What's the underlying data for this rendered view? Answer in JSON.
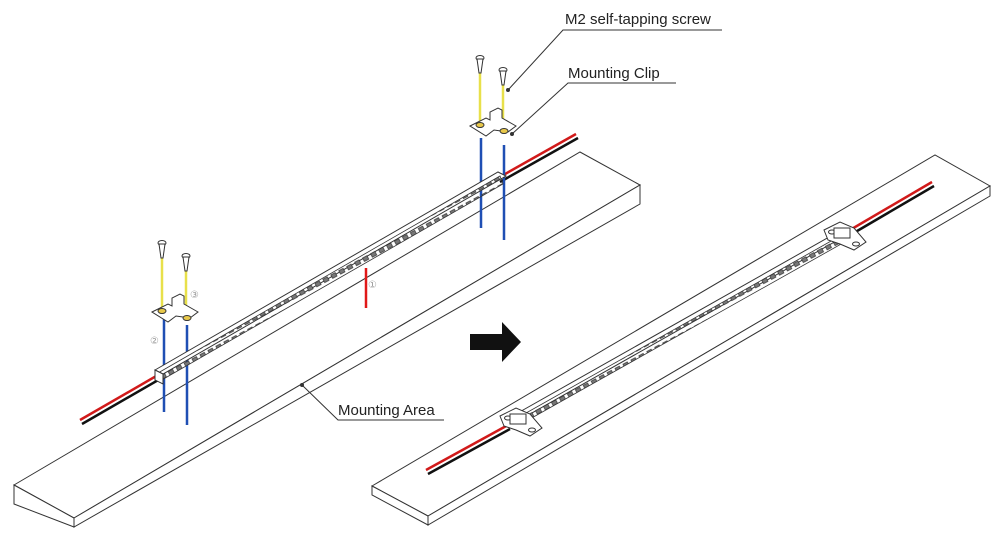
{
  "labels": {
    "screw": "M2 self-tapping screw",
    "clip": "Mounting Clip",
    "area": "Mounting Area",
    "step1": "①",
    "step2": "②",
    "step3": "③"
  },
  "icons": {
    "proceed_arrow": "right-arrow-icon"
  },
  "colors": {
    "wire_red": "#d11a1a",
    "wire_black": "#111111",
    "guide_yellow": "#e8e04a",
    "guide_blue": "#1f4fb4",
    "guide_red": "#e01818",
    "outline": "#333333"
  }
}
